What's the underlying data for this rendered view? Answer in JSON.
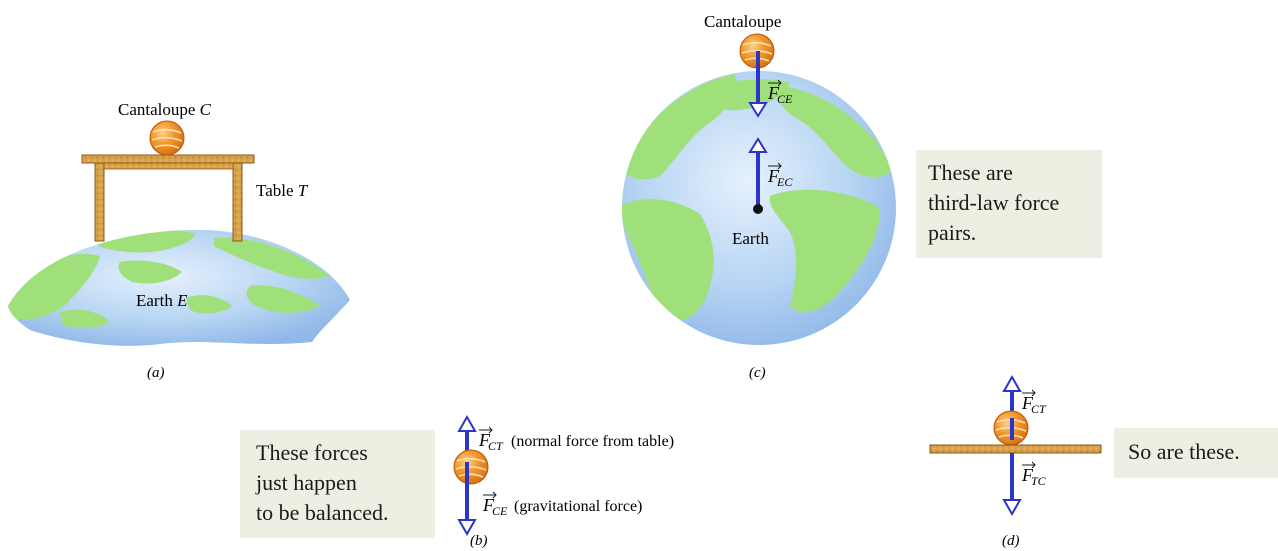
{
  "panel_a": {
    "cantaloupe_label": "Cantaloupe",
    "cantaloupe_symbol": "C",
    "table_label": "Table",
    "table_symbol": "T",
    "earth_label": "Earth",
    "earth_symbol": "E",
    "caption": "(a)"
  },
  "panel_b": {
    "force_up_symbol": "F",
    "force_up_subscript": "CT",
    "force_up_desc": "(normal force from table)",
    "force_down_symbol": "F",
    "force_down_subscript": "CE",
    "force_down_desc": "(gravitational force)",
    "caption": "(b)",
    "note_lines": [
      "These forces",
      "just happen",
      "to be balanced."
    ]
  },
  "panel_c": {
    "cantaloupe_label": "Cantaloupe",
    "force_top_symbol": "F",
    "force_top_subscript": "CE",
    "force_mid_symbol": "F",
    "force_mid_subscript": "EC",
    "earth_label": "Earth",
    "caption": "(c)",
    "note_lines": [
      "These are",
      "third-law force",
      "pairs."
    ]
  },
  "panel_d": {
    "force_up_symbol": "F",
    "force_up_subscript": "CT",
    "force_down_symbol": "F",
    "force_down_subscript": "TC",
    "caption": "(d)",
    "note_lines": [
      "So are these."
    ]
  },
  "colors": {
    "arrow_blue": "#2b35c8",
    "arrow_light_blue": "#4455e6",
    "ocean": "#a9cbf0",
    "land": "#9fe07a",
    "wood": "#d9a24a",
    "cantaloupe": "#f08a1e",
    "note_bg": "#ecefe2"
  }
}
